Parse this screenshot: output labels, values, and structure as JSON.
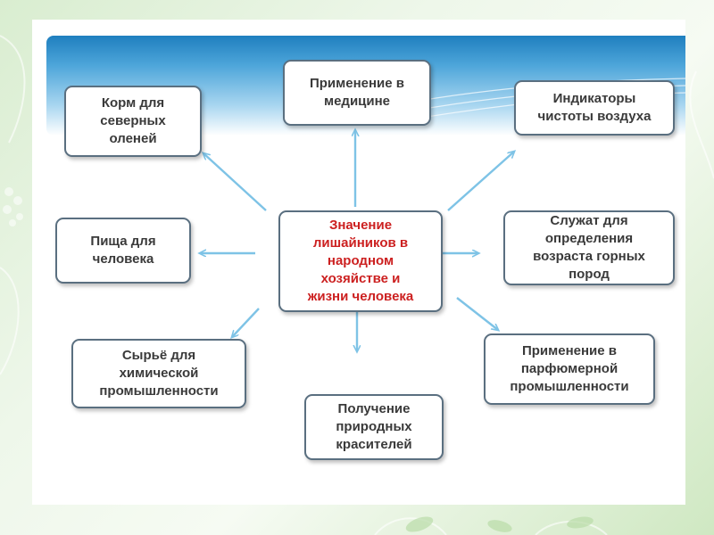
{
  "diagram": {
    "center": "Значение\nлишайников в\nнародном\nхозяйстве и\nжизни человека",
    "nodes": {
      "medicine": "Применение в\nмедицине",
      "reindeer_food": "Корм для\nсеверных\nоленей",
      "air_indicators": "Индикаторы\nчистоты воздуха",
      "human_food": "Пища для\nчеловека",
      "rock_age": "Служат для\nопределения\nвозраста горных\nпород",
      "chemical_raw": "Сырьё для\nхимической\nпромышленности",
      "perfume": "Применение в\nпарфюмерной\nпромышленности",
      "dyes": "Получение\nприродных\nкрасителей"
    }
  },
  "colors": {
    "arrow": "#7ec3e6",
    "center_text": "#cc2020",
    "node_text": "#3a3a3a",
    "node_border": "#5a6f80"
  }
}
